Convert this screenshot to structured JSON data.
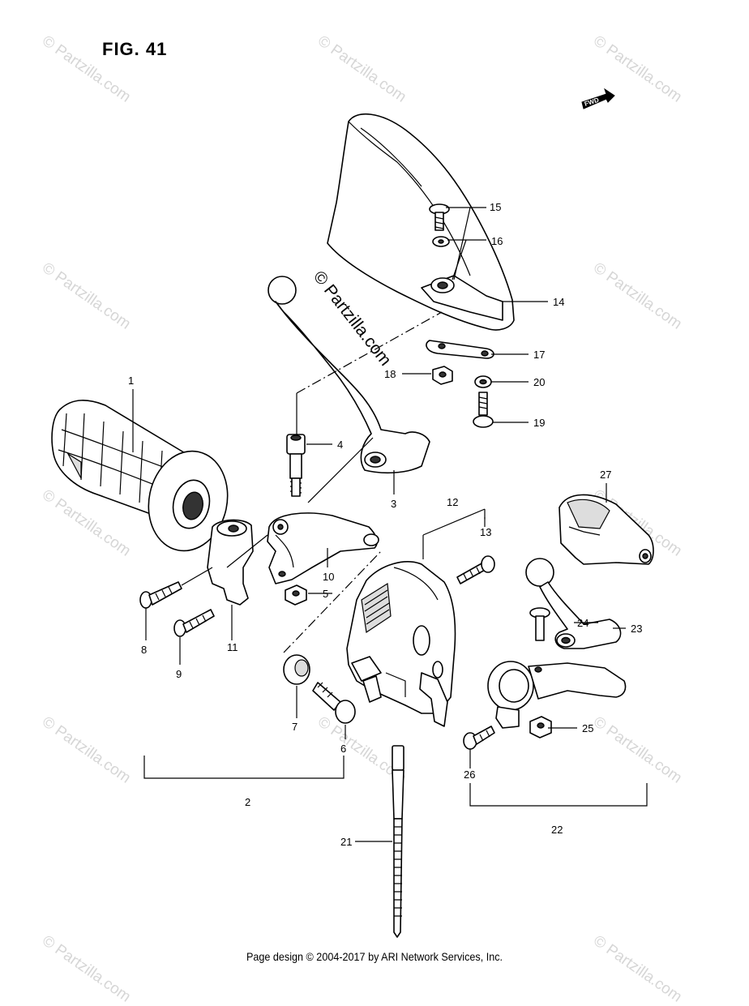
{
  "figure": {
    "title": "FIG. 41",
    "fwd_label": "FWD"
  },
  "watermark": {
    "text": "© Partzilla.com",
    "center_text": "© Partzilla.com"
  },
  "callouts": {
    "c1": "1",
    "c2": "2",
    "c3": "3",
    "c4": "4",
    "c5": "5",
    "c6": "6",
    "c7": "7",
    "c8": "8",
    "c9": "9",
    "c10": "10",
    "c11": "11",
    "c12": "12",
    "c13": "13",
    "c14": "14",
    "c15": "15",
    "c16": "16",
    "c17": "17",
    "c18": "18",
    "c19": "19",
    "c20": "20",
    "c21": "21",
    "c22": "22",
    "c23": "23",
    "c24": "24",
    "c25": "25",
    "c26": "26",
    "c27": "27"
  },
  "footer": {
    "text": "Page design © 2004-2017 by ARI Network Services, Inc."
  }
}
